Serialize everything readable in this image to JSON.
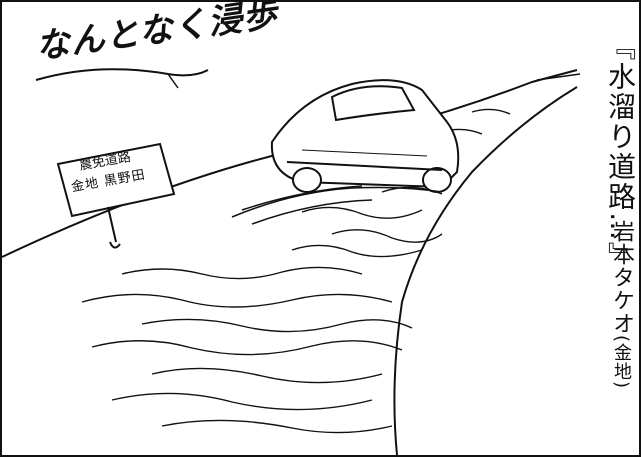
{
  "series": {
    "title": "なんとなく浸歩"
  },
  "comic": {
    "title": "『水溜り道路…』",
    "author": "岩本タケオ",
    "author_place": "(金地)"
  },
  "sign": {
    "line1": "農免道路",
    "line2": "金地 黒野田"
  },
  "icons": {
    "scene": "flooded-road-car-illustration",
    "signpost": "road-signpost-icon",
    "car": "sports-car-icon"
  },
  "colors": {
    "ink": "#111111",
    "paper": "#ffffff"
  }
}
